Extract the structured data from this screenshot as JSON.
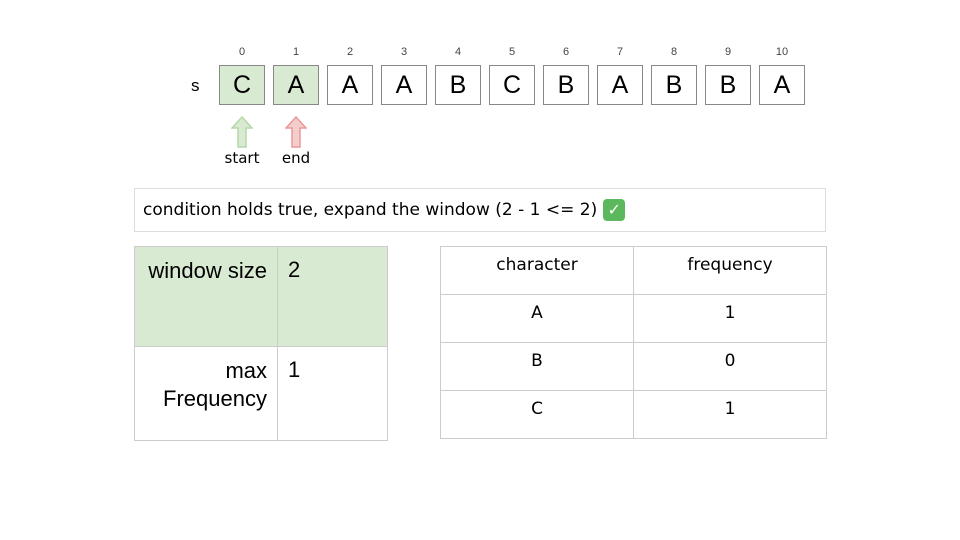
{
  "string_label": "s",
  "indices": [
    "0",
    "1",
    "2",
    "3",
    "4",
    "5",
    "6",
    "7",
    "8",
    "9",
    "10"
  ],
  "chars": [
    "C",
    "A",
    "A",
    "A",
    "B",
    "C",
    "B",
    "A",
    "B",
    "B",
    "A"
  ],
  "window_cells": [
    0,
    1
  ],
  "pointers": {
    "start": "start",
    "end": "end"
  },
  "colors": {
    "window": "#d9ead3",
    "start_arrow": "#b6d7a8",
    "end_arrow": "#ea9999"
  },
  "message": {
    "text": "condition holds true, expand the window (2 - 1 <= 2)",
    "icon": "check-mark-icon"
  },
  "stats": {
    "window_size_label": "window size",
    "window_size_value": "2",
    "max_freq_label": "max Frequency",
    "max_freq_value": "1"
  },
  "freq_table": {
    "headers": [
      "character",
      "frequency"
    ],
    "rows": [
      [
        "A",
        "1"
      ],
      [
        "B",
        "0"
      ],
      [
        "C",
        "1"
      ]
    ]
  }
}
